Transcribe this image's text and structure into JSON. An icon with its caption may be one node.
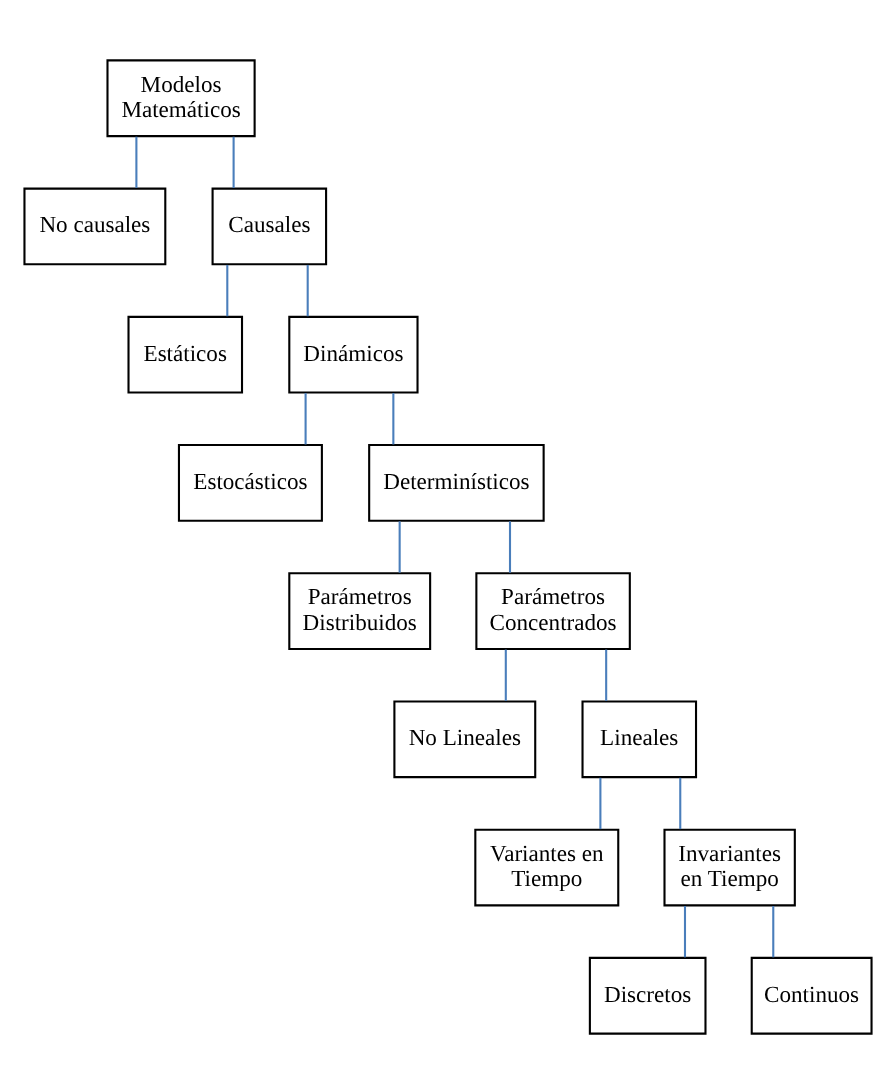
{
  "diagram": {
    "nodes": [
      {
        "text": [
          "Modelos Matemáticos"
        ]
      },
      {
        "text": [
          "No causales"
        ]
      },
      {
        "text": [
          "Causales"
        ]
      },
      {
        "text": [
          "Estáticos"
        ]
      },
      {
        "text": [
          "Dinámicos"
        ]
      },
      {
        "text": [
          "Estocásticos"
        ]
      },
      {
        "text": [
          "Determinísticos"
        ]
      },
      {
        "text": [
          "Parámetros Distribuidos"
        ]
      },
      {
        "text": [
          "Parámetros Concentrados"
        ]
      },
      {
        "text": [
          "No Lineales"
        ]
      },
      {
        "text": [
          "Lineales"
        ]
      },
      {
        "text": [
          "Variantes en Tiempo"
        ]
      },
      {
        "text": [
          "Invariantes en Tiempo"
        ]
      },
      {
        "text": [
          "Discretos"
        ]
      },
      {
        "text": [
          "Continuos"
        ]
      }
    ],
    "edges": [
      {
        "from": 0,
        "to": 1,
        "arrow": "none"
      },
      {
        "from": 0,
        "to": 2,
        "arrow": "none"
      },
      {
        "from": 2,
        "to": 3,
        "arrow": "none"
      },
      {
        "from": 2,
        "to": 4,
        "arrow": "none"
      },
      {
        "from": 4,
        "to": 5,
        "arrow": "none"
      },
      {
        "from": 4,
        "to": 6,
        "arrow": "none"
      },
      {
        "from": 6,
        "to": 7,
        "arrow": "none"
      },
      {
        "from": 6,
        "to": 8,
        "arrow": "none"
      },
      {
        "from": 8,
        "to": 9,
        "arrow": "none"
      },
      {
        "from": 8,
        "to": 10,
        "arrow": "none"
      },
      {
        "from": 10,
        "to": 11,
        "arrow": "none"
      },
      {
        "from": 10,
        "to": 12,
        "arrow": "none"
      },
      {
        "from": 12,
        "to": 13,
        "arrow": "none"
      },
      {
        "from": 12,
        "to": 14,
        "arrow": "none"
      }
    ]
  }
}
